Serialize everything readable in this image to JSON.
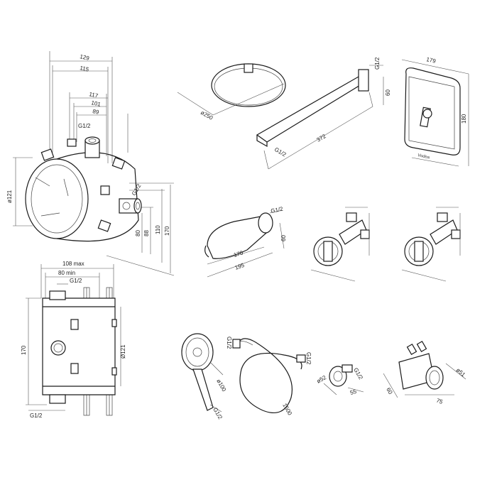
{
  "box_dims": {
    "d129": "129",
    "d115": "115",
    "d117": "117",
    "d101": "101",
    "d89": "89",
    "d88": "88",
    "g12_top": "G1/2",
    "g12_right": "G1/2",
    "d121": "ø121",
    "d170": "170",
    "d110": "110",
    "d80": "80"
  },
  "section_dims": {
    "max": "108 max",
    "min": "80 min",
    "g12_top": "G1/2",
    "h170": "170",
    "d121": "Ø121",
    "g12_bottom": "G1/2"
  },
  "shower_head": {
    "dia": "ø250"
  },
  "shower_arm": {
    "len": "372",
    "thread_top": "G1/2",
    "h": "60",
    "w": "G1/2"
  },
  "thermostat_plate": {
    "w": "179",
    "h": "180",
    "brand": "Vodea"
  },
  "spout": {
    "thread": "G1/2",
    "len1": "170",
    "len2": "195",
    "h": "60"
  },
  "hand_shower": {
    "dia": "ø100",
    "thread": "G1/2"
  },
  "hose": {
    "thread1": "G1/2",
    "thread2": "G1/2",
    "len": "1500"
  },
  "outlet": {
    "thread": "G1/2",
    "d": "ø52",
    "l": "55"
  },
  "holder": {
    "d": "ø51",
    "w": "75",
    "h": "60"
  }
}
